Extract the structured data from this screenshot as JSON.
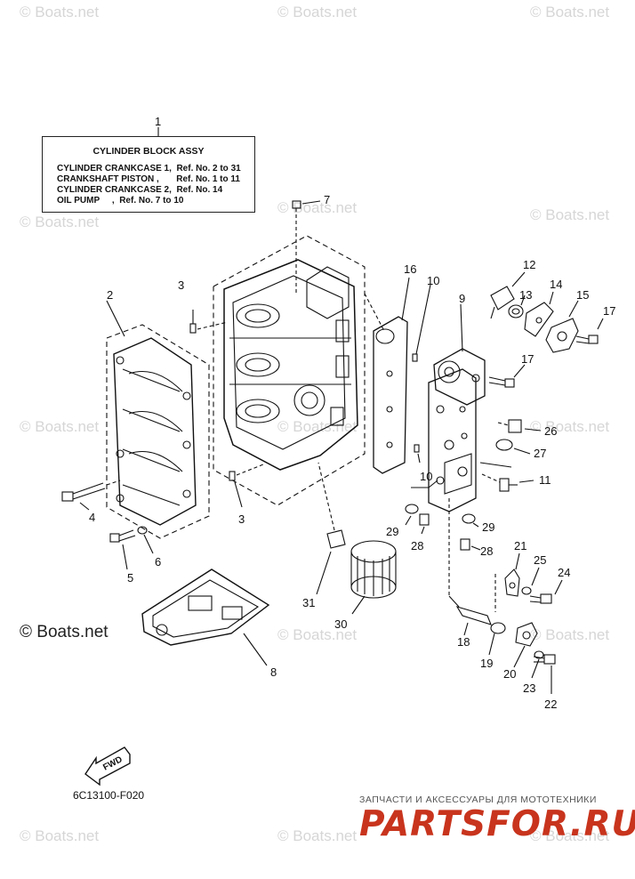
{
  "watermark": "© Boats.net",
  "watermark_main": "© Boats.net",
  "info_box": {
    "title": "CYLINDER BLOCK ASSY",
    "lines": [
      "CYLINDER CRANKCASE 1,  Ref. No. 2 to 31",
      "CRANKSHAFT PISTON ,       Ref. No. 1 to 11",
      "CYLINDER CRANKCASE 2,  Ref. No. 14",
      "OIL PUMP     ,  Ref. No. 7 to 10"
    ]
  },
  "callouts": [
    "1",
    "2",
    "3",
    "3",
    "4",
    "5",
    "6",
    "7",
    "8",
    "9",
    "10",
    "10",
    "11",
    "12",
    "13",
    "14",
    "15",
    "16",
    "17",
    "17",
    "18",
    "19",
    "20",
    "21",
    "22",
    "23",
    "24",
    "25",
    "26",
    "27",
    "28",
    "28",
    "29",
    "29",
    "30",
    "31"
  ],
  "fwd_label": "FWD",
  "diagram_code": "6C13100-F020",
  "promo_text": "ЗАПЧАСТИ И АКСЕССУАРЫ ДЛЯ МОТОТЕХНИКИ",
  "brand_text": "PARTSFOR.RU",
  "colors": {
    "ink": "#111111",
    "watermark": "#d6d6d6",
    "brand": "#c8341d"
  }
}
